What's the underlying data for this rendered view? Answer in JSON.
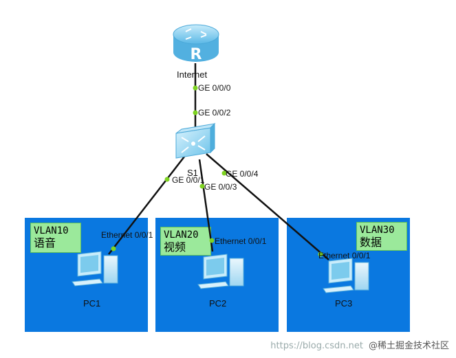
{
  "router": {
    "name": "Internet",
    "icon": "router-icon",
    "port": "GE 0/0/0"
  },
  "switch": {
    "name": "S1",
    "icon": "switch-icon",
    "uplink_port": "GE 0/0/2",
    "ports": [
      "GE 0/0/1",
      "GE 0/0/3",
      "GE 0/0/4"
    ]
  },
  "vlans": [
    {
      "id": "VLAN10",
      "name": "语音",
      "pc": "PC1",
      "pc_port": "Ethernet 0/0/1"
    },
    {
      "id": "VLAN20",
      "name": "视频",
      "pc": "PC2",
      "pc_port": "Ethernet 0/0/1"
    },
    {
      "id": "VLAN30",
      "name": "数据",
      "pc": "PC3",
      "pc_port": "Ethernet 0/0/1"
    }
  ],
  "colors": {
    "vlan_area": "#0a78e0",
    "vlan_tag": "#9be99b",
    "port_dot": "#7ed321",
    "link": "#111111"
  },
  "watermark": {
    "url": "https://blog.csdn.net",
    "text": "@稀土掘金技术社区"
  }
}
